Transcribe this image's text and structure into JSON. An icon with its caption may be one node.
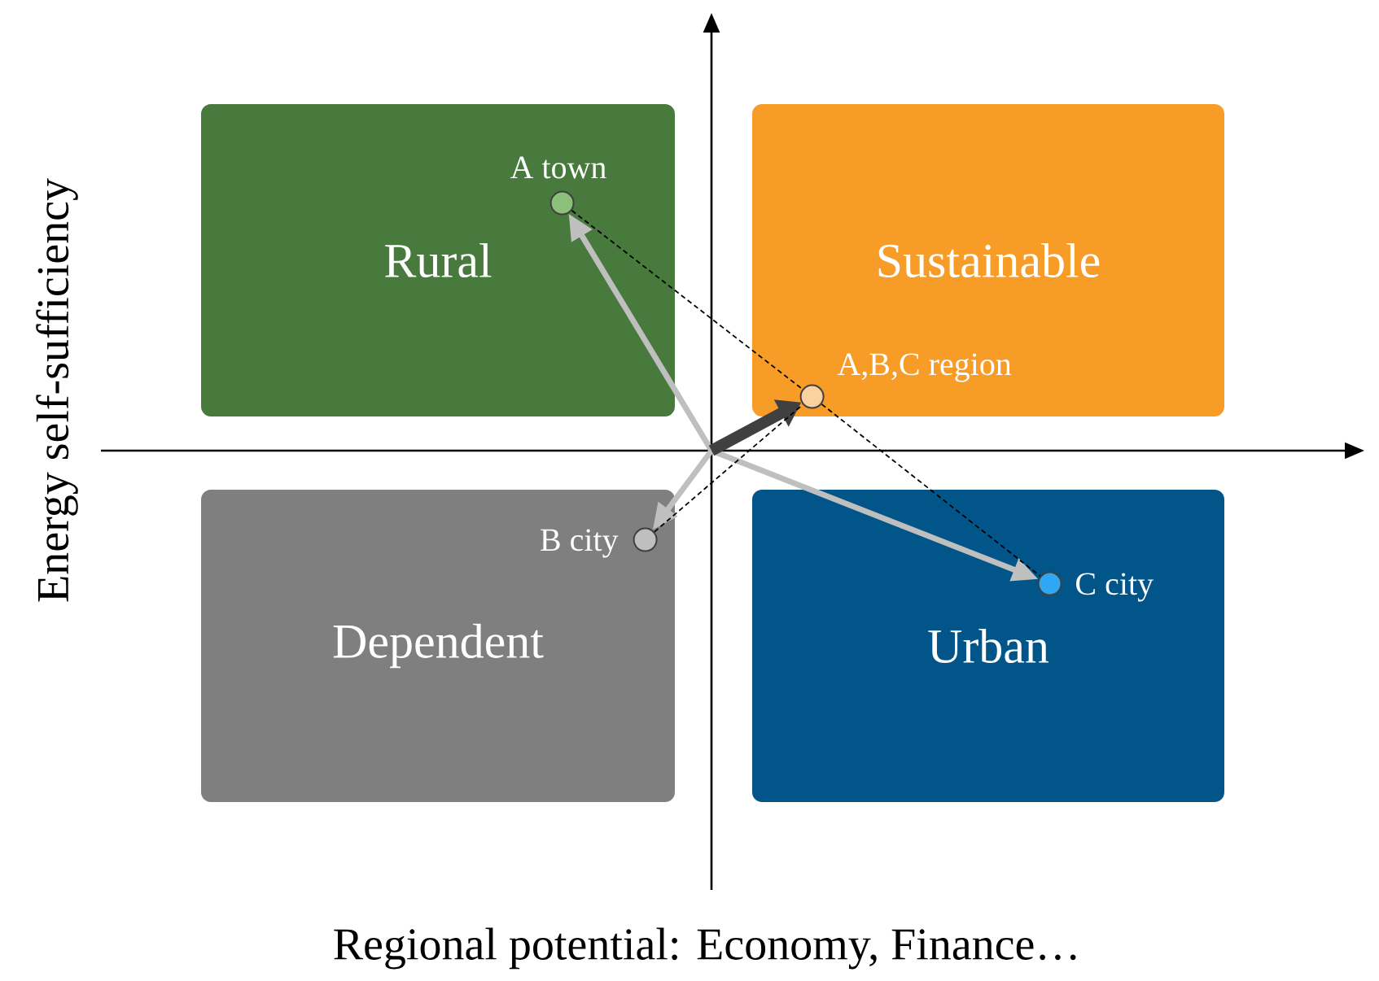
{
  "diagram": {
    "nodes": [
      {
        "text": [
          "Rural"
        ]
      },
      {
        "text": [
          "Sustainable"
        ]
      },
      {
        "text": [
          "Dependent"
        ]
      },
      {
        "text": [
          "Urban"
        ]
      },
      {
        "text": [],
        "shape": "circle",
        "beside": [
          "A town"
        ],
        "in": 0
      },
      {
        "text": [],
        "shape": "circle",
        "beside": [
          "A,B,C region"
        ],
        "in": 1
      },
      {
        "text": [],
        "shape": "circle",
        "beside": [
          "B city"
        ],
        "in": 2
      },
      {
        "text": [],
        "shape": "circle",
        "beside": [
          "C city"
        ],
        "in": 3
      }
    ],
    "edges": [
      {
        "from": null,
        "to": 4,
        "arrow": "to"
      },
      {
        "from": null,
        "to": 6,
        "arrow": "to"
      },
      {
        "from": null,
        "to": 7,
        "arrow": "to"
      },
      {
        "from": null,
        "to": 5,
        "arrow": "to",
        "style": "thick",
        "color": "#404040"
      },
      {
        "from": 4,
        "to": 5,
        "arrow": "none",
        "style": "dashed",
        "color": "#000000"
      },
      {
        "from": 5,
        "to": 7,
        "arrow": "none",
        "style": "dashed",
        "color": "#000000"
      },
      {
        "from": 6,
        "to": 5,
        "arrow": "none",
        "style": "dashed",
        "color": "#000000"
      }
    ],
    "labels": [
      "Energy self-sufficiency",
      "Regional potential: Economy, Finance…"
    ]
  }
}
